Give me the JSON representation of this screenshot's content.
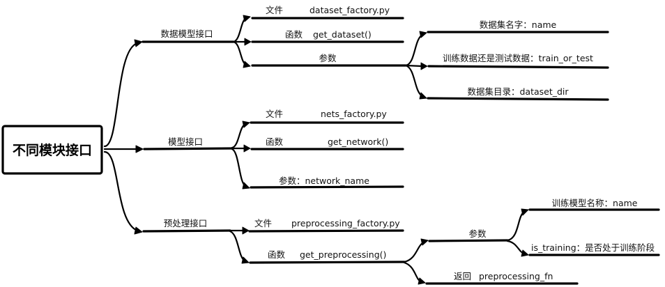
{
  "diagram": {
    "root": {
      "label": "不同模块接口"
    },
    "branches": [
      {
        "label": "数据模型接口",
        "children": [
          {
            "label": "文件",
            "value": "dataset_factory.py"
          },
          {
            "label": "函数",
            "value": "get_dataset()"
          },
          {
            "label": "参数",
            "value": "",
            "children": [
              {
                "label": "数据集名字：name"
              },
              {
                "label": "训练数据还是测试数据：train_or_test"
              },
              {
                "label": "数据集目录：dataset_dir"
              }
            ]
          }
        ]
      },
      {
        "label": "模型接口",
        "children": [
          {
            "label": "文件",
            "value": "nets_factory.py"
          },
          {
            "label": "函数",
            "value": "get_network()"
          },
          {
            "label": "参数：network_name",
            "value": ""
          }
        ]
      },
      {
        "label": "预处理接口",
        "children": [
          {
            "label": "文件",
            "value": "preprocessing_factory.py"
          },
          {
            "label": "函数",
            "value": "get_preprocessing()",
            "children": [
              {
                "label": "参数",
                "children": [
                  {
                    "label": "训练模型名称：name"
                  },
                  {
                    "label": "is_training：是否处于训练阶段"
                  }
                ]
              },
              {
                "label": "返回",
                "value": "preprocessing_fn"
              }
            ]
          }
        ]
      }
    ]
  }
}
